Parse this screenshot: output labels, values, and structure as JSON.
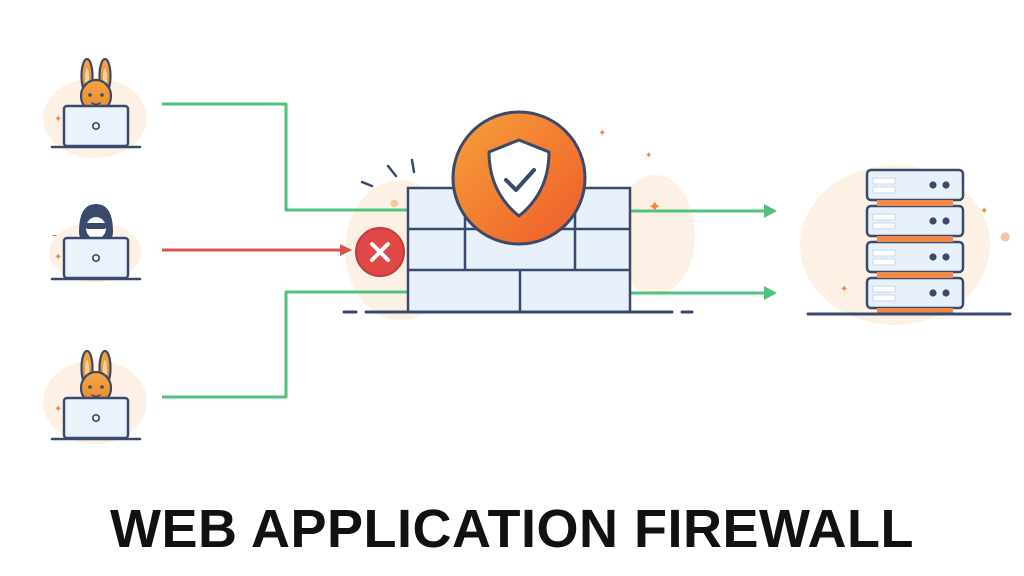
{
  "title": "WEB APPLICATION FIREWALL",
  "colors": {
    "allowed_flow": "#4fc27d",
    "blocked_flow": "#d9534f",
    "shield_gradient_start": "#f6a13a",
    "shield_gradient_end": "#ef5a2a",
    "wall_fill": "#e8f1fb",
    "outline": "#3a4a6b",
    "server_accent": "#f08a4b"
  },
  "nodes": {
    "users": [
      {
        "role": "legitimate-user",
        "avatar": "bunny-user-icon",
        "status": "allowed"
      },
      {
        "role": "attacker",
        "avatar": "hooded-hacker-icon",
        "status": "blocked"
      },
      {
        "role": "legitimate-user",
        "avatar": "bunny-user-icon",
        "status": "allowed"
      }
    ],
    "firewall": {
      "icon": "shield-check-icon",
      "wall": "brick-wall-icon"
    },
    "blocked_marker": "x-circle-icon",
    "server": {
      "icon": "server-rack-icon",
      "units": 4
    }
  }
}
